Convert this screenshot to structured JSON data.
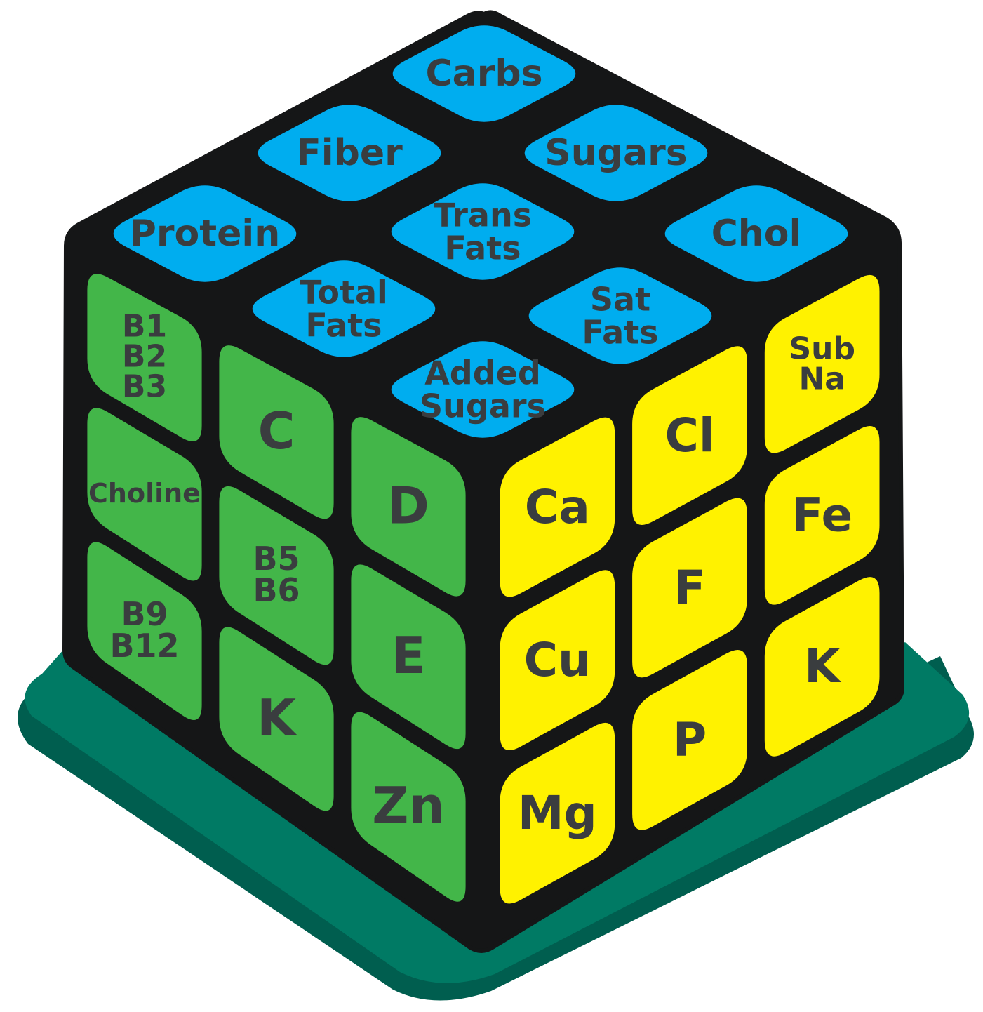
{
  "colors": {
    "base_light": "#007a64",
    "base_dark": "#005e4f",
    "frame": "#151617",
    "top": "#00adef",
    "left": "#43b649",
    "right": "#fff200",
    "text": "#3a3d3f"
  },
  "cube": {
    "top_face": {
      "color_name": "blue",
      "stickers": [
        {
          "lines": [
            "Carbs"
          ]
        },
        {
          "lines": [
            "Fiber"
          ]
        },
        {
          "lines": [
            "Sugars"
          ]
        },
        {
          "lines": [
            "Protein"
          ]
        },
        {
          "lines": [
            "Trans",
            "Fats"
          ]
        },
        {
          "lines": [
            "Chol"
          ]
        },
        {
          "lines": [
            "Total",
            "Fats"
          ]
        },
        {
          "lines": [
            "Sat",
            "Fats"
          ]
        },
        {
          "lines": [
            "Added",
            "Sugars"
          ]
        }
      ]
    },
    "left_face": {
      "color_name": "green",
      "stickers": [
        {
          "lines": [
            "B1",
            "B2",
            "B3"
          ]
        },
        {
          "lines": [
            "C"
          ]
        },
        {
          "lines": [
            "D"
          ]
        },
        {
          "lines": [
            "Choline"
          ]
        },
        {
          "lines": [
            "B5",
            "B6"
          ]
        },
        {
          "lines": [
            "E"
          ]
        },
        {
          "lines": [
            "B9",
            "B12"
          ]
        },
        {
          "lines": [
            "K"
          ]
        },
        {
          "lines": [
            "Zn"
          ]
        }
      ]
    },
    "right_face": {
      "color_name": "yellow",
      "stickers": [
        {
          "lines": [
            "Ca"
          ]
        },
        {
          "lines": [
            "Cl"
          ]
        },
        {
          "lines": [
            "Sub",
            "Na"
          ]
        },
        {
          "lines": [
            "Cu"
          ]
        },
        {
          "lines": [
            "F"
          ]
        },
        {
          "lines": [
            "Fe"
          ]
        },
        {
          "lines": [
            "Mg"
          ]
        },
        {
          "lines": [
            "P"
          ]
        },
        {
          "lines": [
            "K"
          ]
        }
      ]
    }
  }
}
